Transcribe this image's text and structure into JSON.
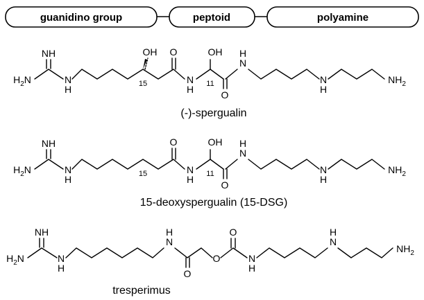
{
  "header": {
    "segments": [
      {
        "label": "guanidino group"
      },
      {
        "label": "peptoid"
      },
      {
        "label": "polyamine"
      }
    ]
  },
  "molecules": [
    {
      "caption": "(-)-spergualin",
      "atoms": {
        "nh": "NH",
        "h2n": "H2N",
        "n1": "N",
        "h1": "H",
        "oh1": "OH",
        "o1": "O",
        "n2": "N",
        "h2": "H",
        "oh2": "OH",
        "n3": "N",
        "h3": "H",
        "o2": "O",
        "n4": "N",
        "h4": "H",
        "nh2": "NH2"
      },
      "locants": {
        "c15": "15",
        "c11": "11"
      }
    },
    {
      "caption": "15-deoxyspergualin (15-DSG)",
      "atoms": {
        "nh": "NH",
        "h2n": "H2N",
        "n1": "N",
        "h1": "H",
        "o1": "O",
        "n2": "N",
        "h2": "H",
        "oh2": "OH",
        "n3": "N",
        "h3": "H",
        "o2": "O",
        "n4": "N",
        "h4": "H",
        "nh2": "NH2"
      },
      "locants": {
        "c15": "15",
        "c11": "11"
      }
    },
    {
      "caption": "tresperimus",
      "atoms": {
        "nh": "NH",
        "h2n": "H2N",
        "n1": "N",
        "h1": "H",
        "n2": "N",
        "h2": "H",
        "o1": "O",
        "o_ester": "O",
        "o_carbonyl": "O",
        "n3": "N",
        "h3": "H",
        "n4": "N",
        "h4": "H",
        "nh2": "NH2"
      },
      "locants": {}
    }
  ]
}
